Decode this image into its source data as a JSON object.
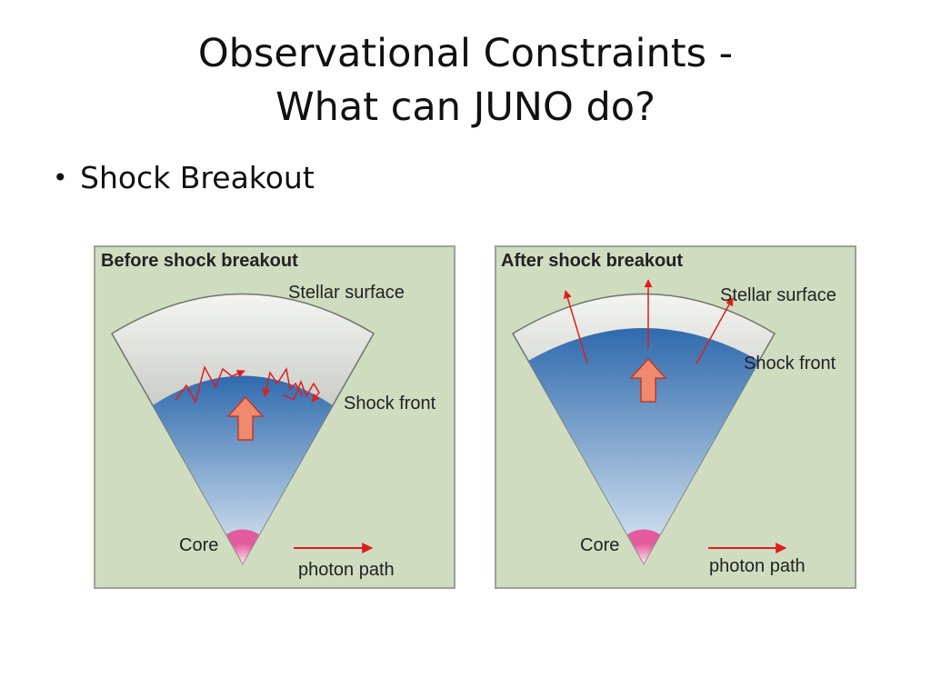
{
  "slide": {
    "title_line1": "Observational Constraints -",
    "title_line2": "What can JUNO do?",
    "bullet": "Shock Breakout"
  },
  "panels": {
    "before": {
      "title": "Before shock breakout",
      "stellar_surface": "Stellar surface",
      "shock_front": "Shock front",
      "core": "Core",
      "photon_path": "photon path"
    },
    "after": {
      "title": "After shock breakout",
      "stellar_surface": "Stellar surface",
      "shock_front": "Shock front",
      "core": "Core",
      "photon_path": "photon path"
    }
  },
  "colors": {
    "panel_bg": "#cfdcc0",
    "envelope": "#9ea59b",
    "interior_top": "#2f6aad",
    "interior_bottom": "#d5e3f0",
    "core": "#e35a9d",
    "photon": "#e01d1d",
    "arrow_fill": "#f08a6e"
  }
}
